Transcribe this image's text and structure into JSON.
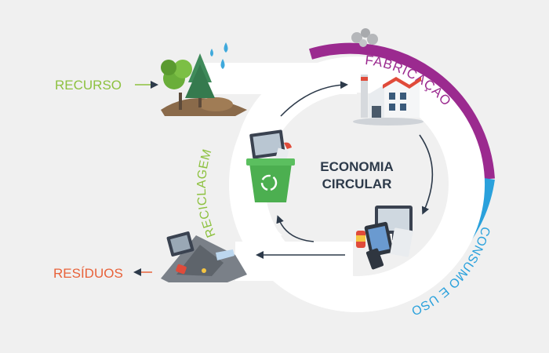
{
  "center": {
    "line1": "ECONOMIA",
    "line2": "CIRCULAR"
  },
  "stages": {
    "fabricacao": "FABRICAÇÃO",
    "consumo": "CONSUMO E USO",
    "reciclagem": "RECICLAGEM"
  },
  "flows": {
    "recurso": "RECURSO",
    "residuos": "RESÍDUOS"
  },
  "colors": {
    "background": "#f0f0f0",
    "fabricacao": "#9b2a8f",
    "consumo": "#2aa1dc",
    "reciclagem": "#8dc13f",
    "recurso_label": "#8dc13f",
    "residuos_label": "#e8623a",
    "center_text": "#2d3a4a",
    "arrows": "#2d3a4a",
    "band": "#ffffff"
  },
  "icons": {
    "resource": "trees-water-icon",
    "factory": "factory-icon",
    "devices": "devices-icon",
    "recycle_bin": "recycle-bin-icon",
    "waste": "waste-pile-icon"
  }
}
